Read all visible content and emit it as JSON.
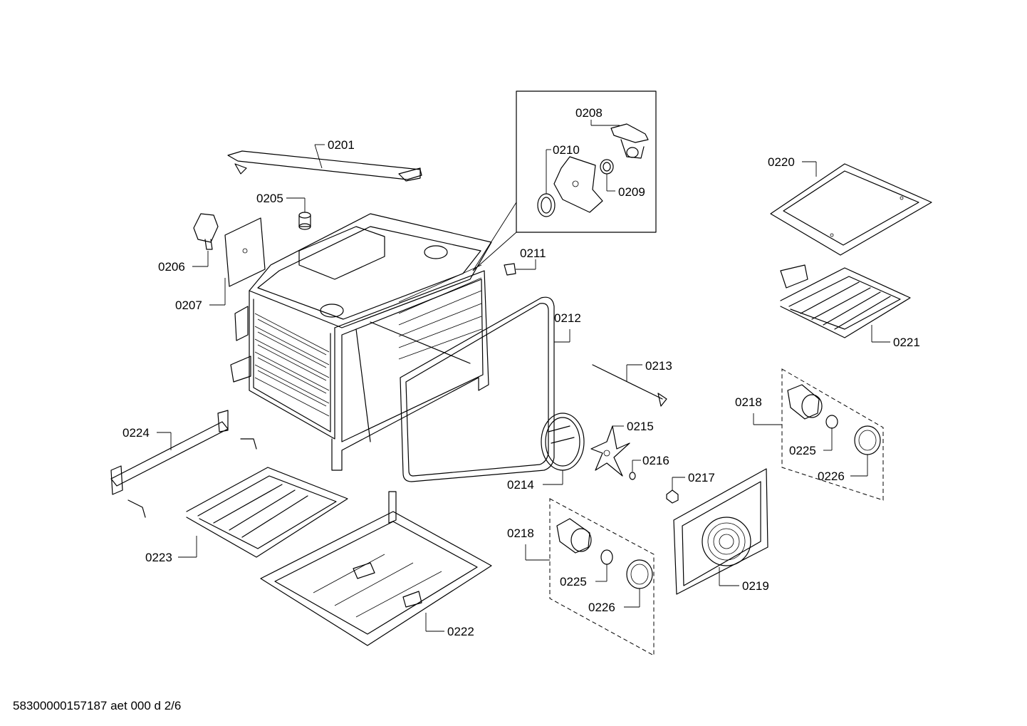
{
  "labels": {
    "p0201": "0201",
    "p0205": "0205",
    "p0206": "0206",
    "p0207": "0207",
    "p0208": "0208",
    "p0209": "0209",
    "p0210": "0210",
    "p0211": "0211",
    "p0212": "0212",
    "p0213": "0213",
    "p0214": "0214",
    "p0215": "0215",
    "p0216": "0216",
    "p0217": "0217",
    "p0218a": "0218",
    "p0218b": "0218",
    "p0219": "0219",
    "p0220": "0220",
    "p0221": "0221",
    "p0222": "0222",
    "p0223": "0223",
    "p0224": "0224",
    "p0225a": "0225",
    "p0225b": "0225",
    "p0226a": "0226",
    "p0226b": "0226"
  },
  "footer": "58300000157187 aet 000 d 2/6"
}
